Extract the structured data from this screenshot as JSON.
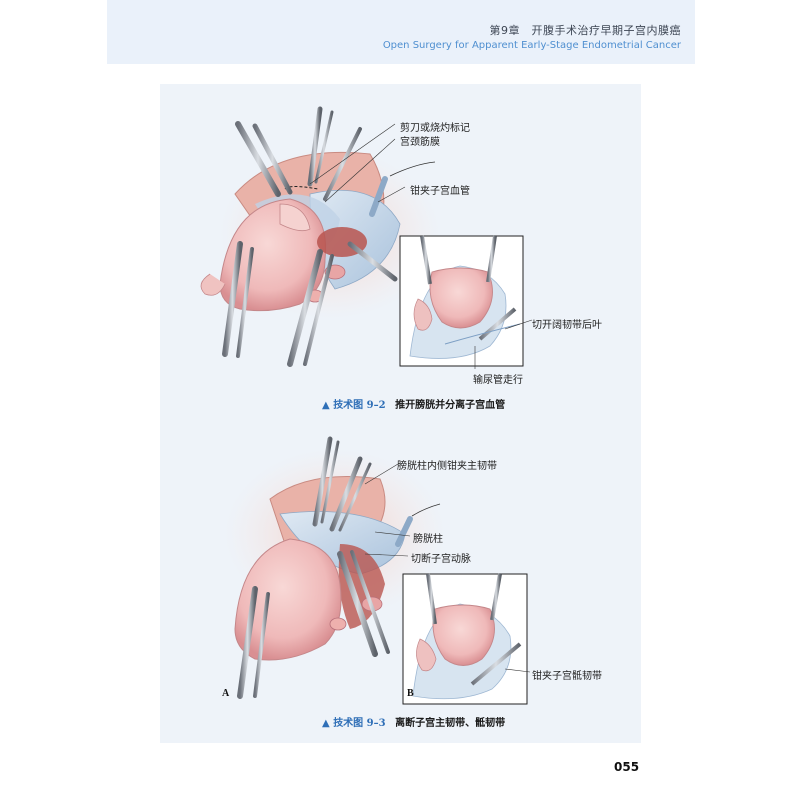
{
  "header": {
    "chapter_cn": "第9章　开腹手术治疗早期子宫内膜癌",
    "chapter_en": "Open Surgery for Apparent Early-Stage Endometrial Cancer"
  },
  "figure_1": {
    "labels": {
      "scissors_mark": "剪刀或烧灼标记",
      "cervical_fascia": "宫颈筋膜",
      "clamp_uterine_vessels": "钳夹子宫血管",
      "open_broad_ligament": "切开阔韧带后叶",
      "ureter_course": "输尿管走行"
    },
    "caption": {
      "marker": "▲",
      "prefix": "技术图",
      "number": "9–2",
      "text": "推开膀胱并分离子宫血管"
    }
  },
  "figure_2": {
    "labels": {
      "clamp_cardinal": "膀胱柱内侧钳夹主韧带",
      "bladder_pillar": "膀胱柱",
      "cut_uterine_artery": "切断子宫动脉",
      "clamp_uterosacral": "钳夹子宫骶韧带"
    },
    "panel_a": "A",
    "panel_b": "B",
    "caption": {
      "marker": "▲",
      "prefix": "技术图",
      "number": "9–3",
      "text": "离断子宫主韧带、骶韧带"
    }
  },
  "page_number": "055",
  "colors": {
    "header_band": "#eaf1fa",
    "accent_blue": "#2f6fb7",
    "figure_bg": "#eef3f9",
    "tissue_pink": "#efb9b9"
  }
}
